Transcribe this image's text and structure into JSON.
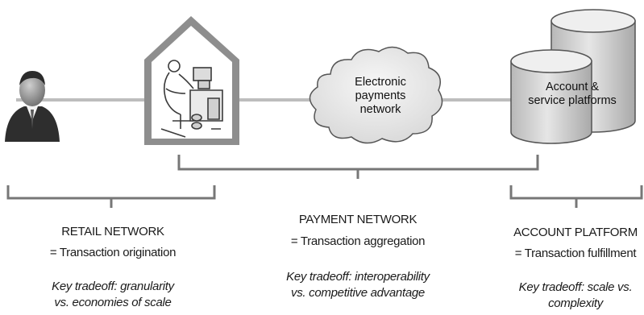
{
  "cloud_label": [
    "Electronic",
    "payments",
    "network"
  ],
  "platform_label": [
    "Account &",
    "service platforms"
  ],
  "sections": [
    {
      "heading": "RETAIL NETWORK",
      "role": "= Transaction origination",
      "tradeoff": [
        "Key tradeoff: granularity",
        "vs. economies of scale"
      ]
    },
    {
      "heading": "PAYMENT NETWORK",
      "role": "= Transaction aggregation",
      "tradeoff": [
        "Key tradeoff: interoperability",
        "vs. competitive advantage"
      ]
    },
    {
      "heading": "ACCOUNT PLATFORM",
      "role": "= Transaction fulfillment",
      "tradeoff": [
        "Key tradeoff: scale vs.",
        "complexity"
      ]
    }
  ]
}
